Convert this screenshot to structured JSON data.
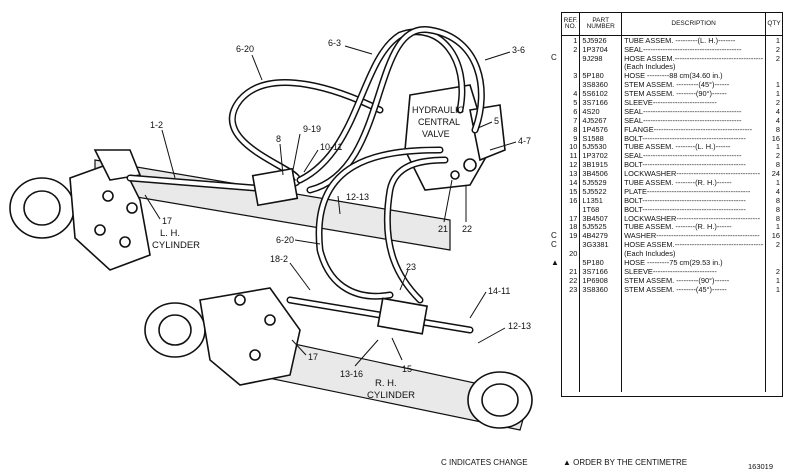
{
  "diagram": {
    "callouts": [
      "6-20",
      "6-3",
      "3-6",
      "1-2",
      "8",
      "9-19",
      "10-11",
      "5",
      "4-7",
      "12-13",
      "21",
      "22",
      "17",
      "6-20",
      "18-2",
      "23",
      "14-11",
      "12-13",
      "17",
      "13-16",
      "15"
    ],
    "component_labels": {
      "lh_cylinder": [
        "L. H.",
        "CYLINDER"
      ],
      "rh_cylinder": [
        "R. H.",
        "CYLINDER"
      ],
      "valve": [
        "HYDRAULIC",
        "CENTRAL",
        "VALVE"
      ]
    }
  },
  "table": {
    "headers": [
      "REF. NO.",
      "PART NUMBER",
      "DESCRIPTION",
      "QTY"
    ],
    "rows": [
      {
        "c": "",
        "ref": "1",
        "part": "5J5926",
        "desc": "TUBE ASSEM. ---------(L. H.)-------",
        "qty": "1"
      },
      {
        "c": "",
        "ref": "2",
        "part": "1P3704",
        "desc": "SEAL----------------------------------------",
        "qty": "2"
      },
      {
        "c": "C",
        "ref": "",
        "part": "9J298",
        "desc": "HOSE ASSEM.------------------------------------",
        "qty": "2"
      },
      {
        "c": "",
        "ref": "",
        "part": "",
        "desc": "(Each Includes)",
        "qty": ""
      },
      {
        "c": "",
        "ref": "3",
        "part": "5P180",
        "desc": "HOSE ---------88 cm(34.60 in.)",
        "qty": ""
      },
      {
        "c": "",
        "ref": "",
        "part": "3S8360",
        "desc": "STEM ASSEM. ---------(45°)------",
        "qty": "1"
      },
      {
        "c": "",
        "ref": "4",
        "part": "5S6102",
        "desc": "STEM ASSEM. --------(90°)------",
        "qty": "1"
      },
      {
        "c": "",
        "ref": "5",
        "part": "3S7166",
        "desc": "SLEEVE--------------------------",
        "qty": "2"
      },
      {
        "c": "",
        "ref": "6",
        "part": "4S20",
        "desc": "SEAL----------------------------------------",
        "qty": "4"
      },
      {
        "c": "",
        "ref": "7",
        "part": "4J5267",
        "desc": "SEAL----------------------------------------",
        "qty": "4"
      },
      {
        "c": "",
        "ref": "8",
        "part": "1P4576",
        "desc": "FLANGE----------------------------------------",
        "qty": "8"
      },
      {
        "c": "",
        "ref": "9",
        "part": "S1588",
        "desc": "BOLT------------------------------------------",
        "qty": "16"
      },
      {
        "c": "",
        "ref": "10",
        "part": "5J5530",
        "desc": "TUBE ASSEM. --------(L. H.)------",
        "qty": "1"
      },
      {
        "c": "",
        "ref": "11",
        "part": "1P3702",
        "desc": "SEAL----------------------------------------",
        "qty": "2"
      },
      {
        "c": "",
        "ref": "12",
        "part": "3B1915",
        "desc": "BOLT------------------------------------------",
        "qty": "8"
      },
      {
        "c": "",
        "ref": "13",
        "part": "3B4506",
        "desc": "LOCKWASHER----------------------------------",
        "qty": "24"
      },
      {
        "c": "",
        "ref": "14",
        "part": "5J5529",
        "desc": "TUBE ASSEM. --------(R. H.)------",
        "qty": "1"
      },
      {
        "c": "",
        "ref": "15",
        "part": "5J5522",
        "desc": "PLATE------------------------------------------",
        "qty": "4"
      },
      {
        "c": "",
        "ref": "16",
        "part": "L1351",
        "desc": "BOLT------------------------------------------",
        "qty": "8"
      },
      {
        "c": "",
        "ref": "",
        "part": "1T68",
        "desc": "BOLT------------------------------------------",
        "qty": "8"
      },
      {
        "c": "",
        "ref": "17",
        "part": "3B4507",
        "desc": "LOCKWASHER----------------------------------",
        "qty": "8"
      },
      {
        "c": "",
        "ref": "18",
        "part": "5J5525",
        "desc": "TUBE ASSEM. --------(R. H.)------",
        "qty": "1"
      },
      {
        "c": "C",
        "ref": "19",
        "part": "4B4279",
        "desc": "WASHER------------------------------------------",
        "qty": "16"
      },
      {
        "c": "C",
        "ref": "",
        "part": "3G3381",
        "desc": "HOSE ASSEM.------------------------------------",
        "qty": "2"
      },
      {
        "c": "",
        "ref": "20",
        "part": "",
        "desc": "(Each Includes)",
        "qty": ""
      },
      {
        "c": "▲",
        "ref": "",
        "part": "5P180",
        "desc": "HOSE ---------75 cm(29.53 in.)",
        "qty": ""
      },
      {
        "c": "",
        "ref": "21",
        "part": "3S7166",
        "desc": "SLEEVE--------------------------",
        "qty": "2"
      },
      {
        "c": "",
        "ref": "22",
        "part": "1P6908",
        "desc": "STEM ASSEM. ---------(90°)------",
        "qty": "1"
      },
      {
        "c": "",
        "ref": "23",
        "part": "3S8360",
        "desc": "STEM ASSEM. --------(45°)------",
        "qty": "1"
      },
      {
        "c": "",
        "ref": "",
        "part": "",
        "desc": "",
        "qty": ""
      },
      {
        "c": "",
        "ref": "",
        "part": "",
        "desc": "",
        "qty": ""
      },
      {
        "c": "",
        "ref": "",
        "part": "",
        "desc": "",
        "qty": ""
      },
      {
        "c": "",
        "ref": "",
        "part": "",
        "desc": "",
        "qty": ""
      },
      {
        "c": "",
        "ref": "",
        "part": "",
        "desc": "",
        "qty": ""
      },
      {
        "c": "",
        "ref": "",
        "part": "",
        "desc": "",
        "qty": ""
      },
      {
        "c": "",
        "ref": "",
        "part": "",
        "desc": "",
        "qty": ""
      },
      {
        "c": "",
        "ref": "",
        "part": "",
        "desc": "",
        "qty": ""
      },
      {
        "c": "",
        "ref": "",
        "part": "",
        "desc": "",
        "qty": ""
      },
      {
        "c": "",
        "ref": "",
        "part": "",
        "desc": "",
        "qty": ""
      },
      {
        "c": "",
        "ref": "",
        "part": "",
        "desc": "",
        "qty": ""
      }
    ]
  },
  "footer": {
    "change_note": "C INDICATES CHANGE",
    "order_note": "▲ ORDER BY THE CENTIMETRE",
    "figure_number": "163019"
  }
}
